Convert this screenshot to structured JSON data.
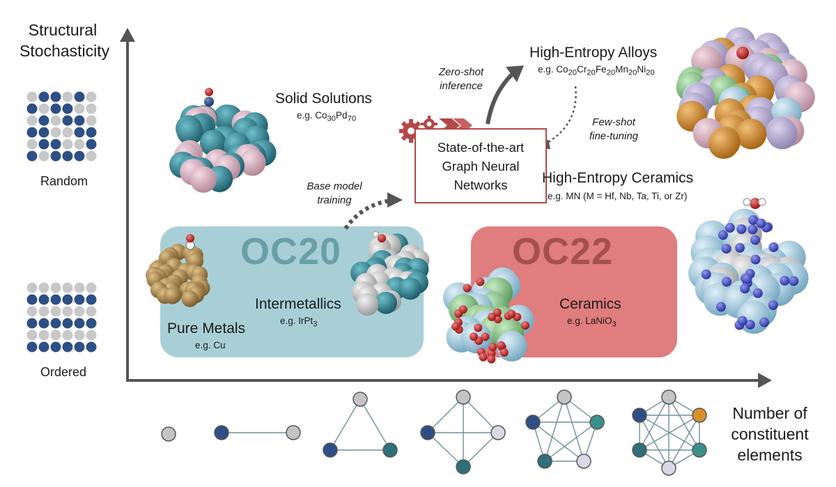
{
  "axes": {
    "y_title_line1": "Structural",
    "y_title_line2": "Stochasticity",
    "y_top_label": "Random",
    "y_bottom_label": "Ordered",
    "x_title_line1": "Number of",
    "x_title_line2": "constituent",
    "x_title_line3": "elements"
  },
  "categories": {
    "solid_solutions": {
      "name": "Solid Solutions",
      "example": "e.g. Co",
      "sub1": "30",
      "mid": "Pd",
      "sub2": "70"
    },
    "pure_metals": {
      "name": "Pure Metals",
      "example": "e.g. Cu"
    },
    "intermetallics": {
      "name": "Intermetallics",
      "example": "e.g. IrPt",
      "sub": "3"
    },
    "ceramics": {
      "name": "Ceramics",
      "example": "e.g. LaNiO",
      "sub": "3"
    },
    "hea": {
      "name": "High-Entropy Alloys",
      "example_parts": [
        "e.g. Co",
        "20",
        "Cr",
        "20",
        "Fe",
        "20",
        "Mn",
        "20",
        "Ni",
        "20"
      ]
    },
    "hec": {
      "name": "High-Entropy Ceramics",
      "example": "e.g. MN (M = Hf, Nb, Ta, Ti, or Zr)"
    }
  },
  "regions": {
    "oc20": {
      "title": "OC20"
    },
    "oc22": {
      "title": "OC22"
    }
  },
  "gnn": {
    "label": "State-of-the-art\nGraph Neural\nNetworks"
  },
  "annotations": {
    "zero_shot_line1": "Zero-shot",
    "zero_shot_line2": "inference",
    "few_shot_line1": "Few-shot",
    "few_shot_line2": "fine-tuning",
    "base_model_line1": "Base model",
    "base_model_line2": "training"
  },
  "colors": {
    "oc20_fill": "#a9cfd6",
    "oc22_fill": "#e07d7e",
    "gnn_border": "#b34848",
    "gear": "#b34848",
    "atom_gray": "#c4c4c4",
    "atom_navy": "#2e4f85",
    "atom_teal": "#2f7f8c",
    "atom_pink": "#d9b0c0",
    "atom_gold": "#b08a4c",
    "atom_green": "#8cc98c",
    "atom_red": "#c9282a",
    "atom_lightblue": "#9fc8dc",
    "atom_orange": "#d9902c"
  },
  "graphs": [
    {
      "nodes": 1
    },
    {
      "nodes": 2
    },
    {
      "nodes": 3
    },
    {
      "nodes": 4
    },
    {
      "nodes": 5
    },
    {
      "nodes": 6
    }
  ]
}
